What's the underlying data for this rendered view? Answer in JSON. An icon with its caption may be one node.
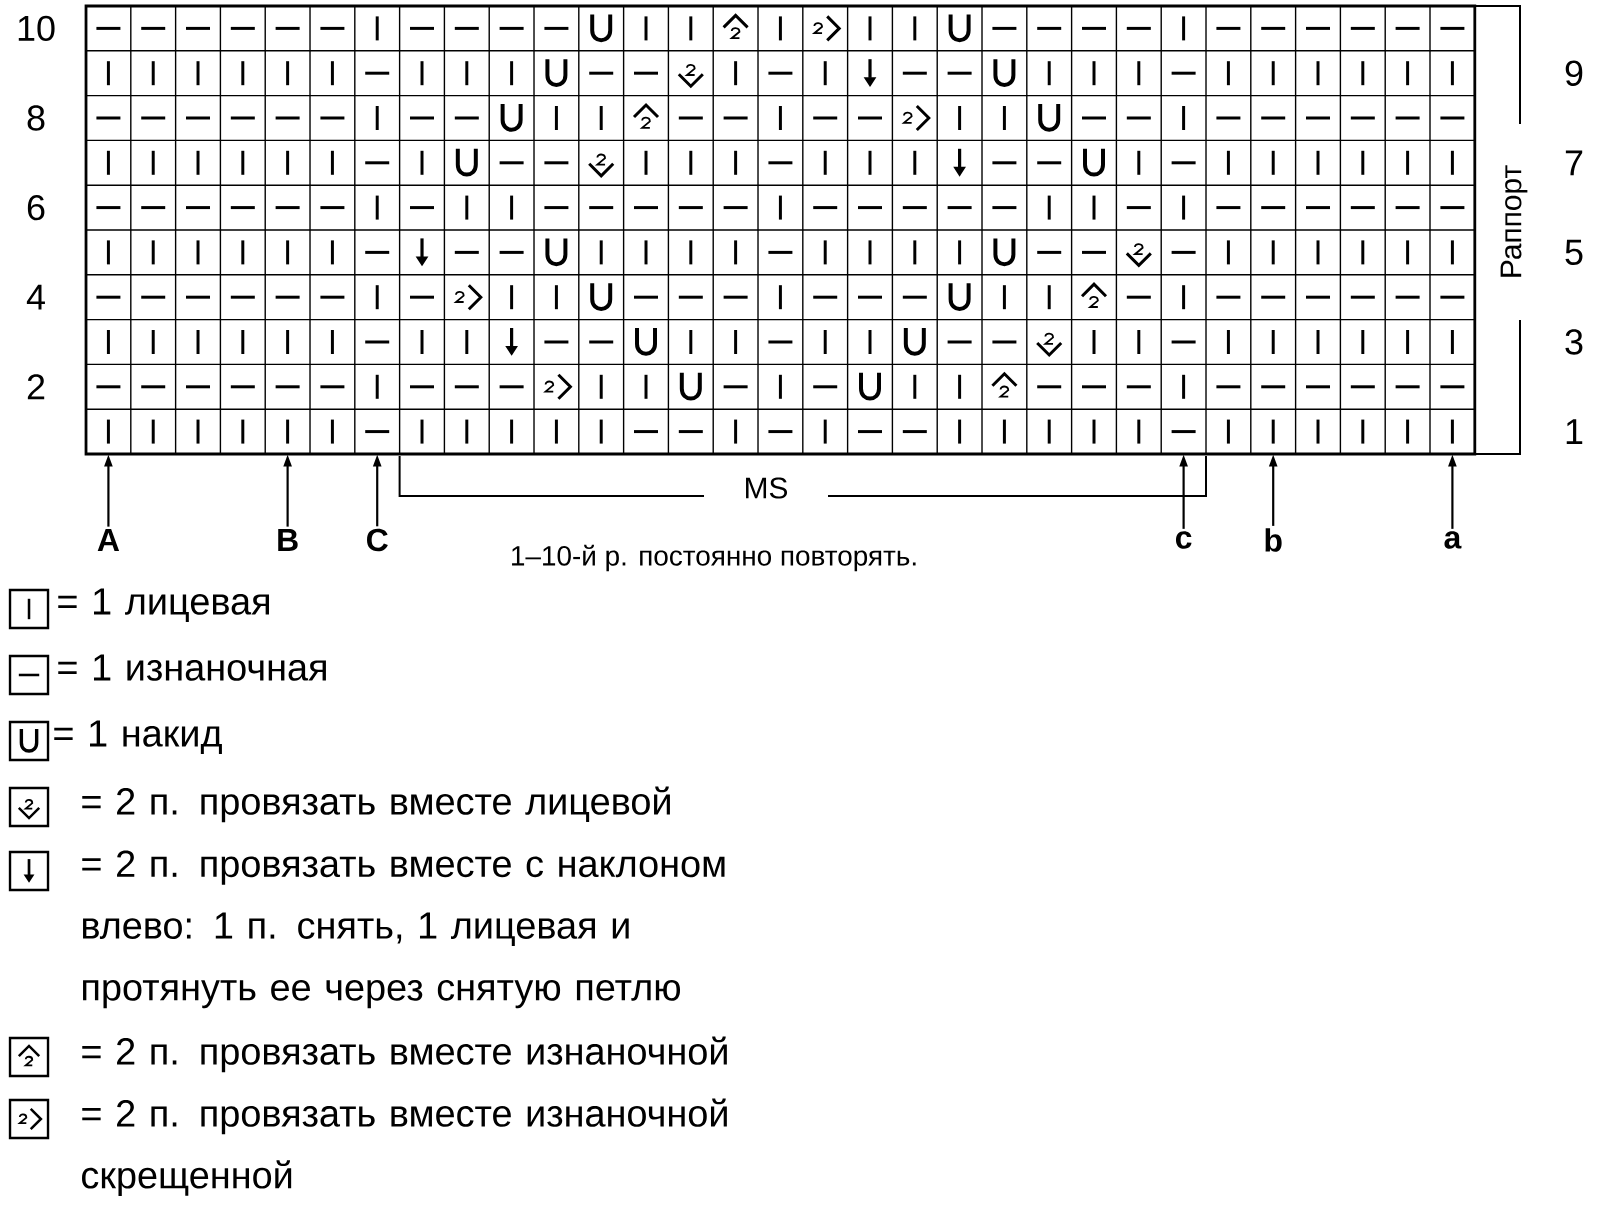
{
  "diagram": {
    "nodes": [
      {
        "text": [
          "A"
        ]
      },
      {
        "text": [
          "B"
        ]
      },
      {
        "text": [
          "C"
        ]
      },
      {
        "text": [
          "c"
        ]
      },
      {
        "text": [
          "b"
        ]
      },
      {
        "text": [
          "a"
        ]
      },
      {
        "text": [],
        "shape": "box"
      }
    ],
    "edges": [
      {
        "from": 0,
        "to": 6,
        "arrow": "to"
      },
      {
        "from": 1,
        "to": 6,
        "arrow": "to"
      },
      {
        "from": 2,
        "to": 6,
        "arrow": "to"
      },
      {
        "from": 3,
        "to": 6,
        "arrow": "to"
      },
      {
        "from": 4,
        "to": 6,
        "arrow": "to"
      },
      {
        "from": 5,
        "to": 6,
        "arrow": "to"
      }
    ],
    "labels": [
      "10",
      "9",
      "8",
      "7",
      "6",
      "5",
      "4",
      "3",
      "2",
      "1",
      "Раппорт",
      "MS",
      "1–10-й р. постоянно повторять."
    ],
    "legend": [
      {
        "text": "= 1 лицевая"
      },
      {
        "text": "= 1 изнаночная"
      },
      {
        "text": "= 1 накид"
      },
      {
        "text": "= 2 п. провязать вместе лицевой"
      },
      {
        "text": "= 2 п. провязать вместе с наклоном влево: 1 п. снять, 1 лицевая и протянуть ее через снятую петлю"
      },
      {
        "text": "= 2 п. провязать вместе изнаночной"
      },
      {
        "text": "= 2 п. провязать вместе изнаночной скрещенной"
      }
    ]
  }
}
